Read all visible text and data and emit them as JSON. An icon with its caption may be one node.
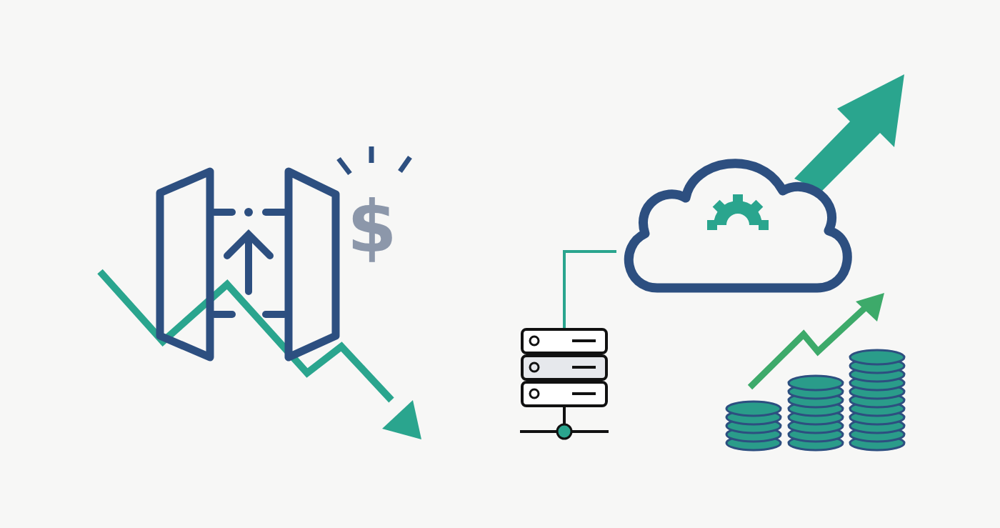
{
  "diagram": {
    "nodes": [
      {
        "text": [],
        "shape": "picture"
      },
      {
        "text": [],
        "shape": "cloud"
      }
    ],
    "edges": [
      {
        "from": 0,
        "to": 1,
        "arrow": "none",
        "color": "#2aa58e"
      }
    ],
    "labels": [
      "$"
    ]
  }
}
